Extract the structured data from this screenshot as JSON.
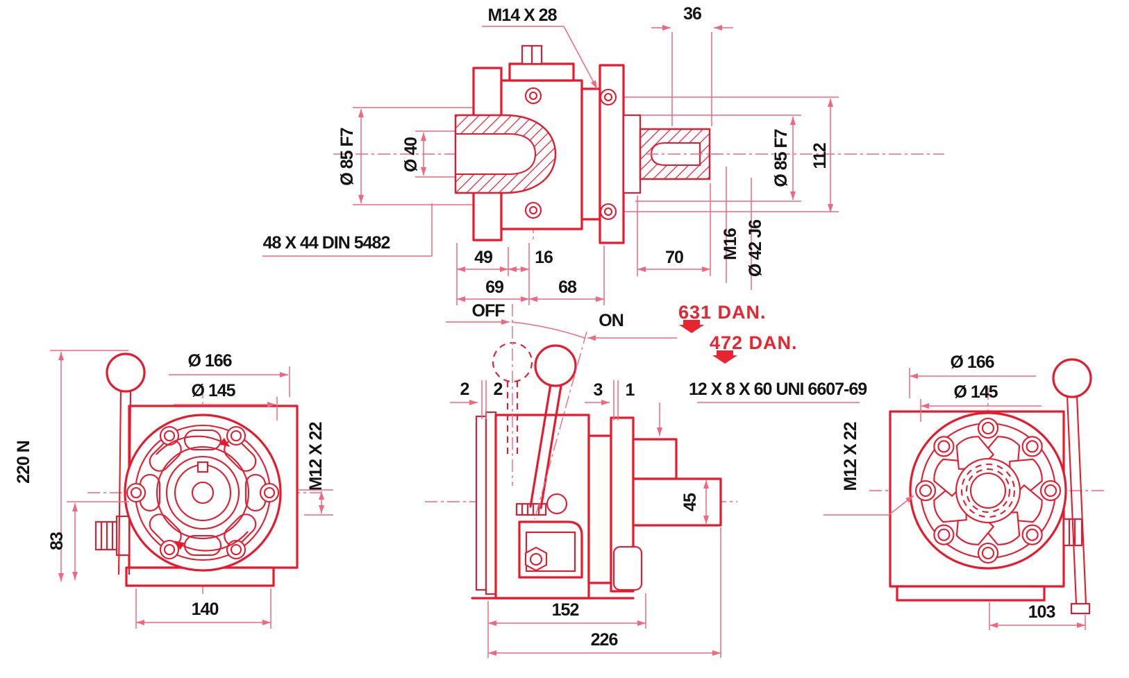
{
  "drawing_title": "gearbox-lever-technical-drawing",
  "colors": {
    "outline_red": "#e8192c",
    "dimension_pink": "#f2677f",
    "accent_red_text": "#e8252e",
    "text_black": "#141414",
    "background": "#ffffff"
  },
  "labels": {
    "top": {
      "m14x28": "M14 X 28",
      "d36": "36",
      "d85_left": "Ø 85 F7",
      "d40": "Ø 40",
      "d85_right": "Ø 85 F7",
      "d112": "112",
      "d49": "49",
      "d16": "16",
      "d70": "70",
      "d69": "69",
      "d68": "68",
      "m16": "M16",
      "d42j6": "Ø 42 J6",
      "spline": "48 X 44 DIN 5482"
    },
    "front": {
      "d166": "Ø 166",
      "d145": "Ø 145",
      "force": "220 N",
      "m12x22": "M12 X 22",
      "d83": "83",
      "d140": "140"
    },
    "side": {
      "off": "OFF",
      "on": "ON",
      "f631": "631 DAN.",
      "f472": "472 DAN.",
      "p2a": "2",
      "p2b": "2",
      "p3": "3",
      "p1": "1",
      "keyspec": "12 X 8 X 60 UNI 6607-69",
      "d45": "45",
      "d152": "152",
      "d226": "226"
    },
    "rear": {
      "d166": "Ø 166",
      "d145": "Ø 145",
      "m12x22": "M12 X 22",
      "d103": "103"
    }
  }
}
